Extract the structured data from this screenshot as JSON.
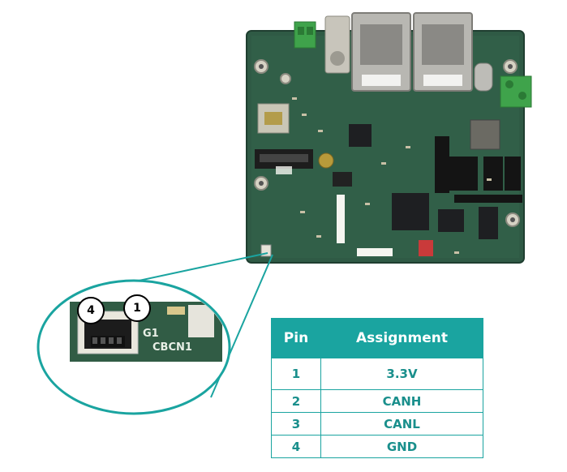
{
  "table": {
    "header_pin": "Pin",
    "header_assignment": "Assignment",
    "rows": [
      {
        "pin": "1",
        "assignment": "3.3V"
      },
      {
        "pin": "2",
        "assignment": "CANH"
      },
      {
        "pin": "3",
        "assignment": "CANL"
      },
      {
        "pin": "4",
        "assignment": "GND"
      }
    ]
  },
  "callout": {
    "pin_left": "4",
    "pin_right": "1",
    "connector_label": "CBCN1",
    "label_g1": "G1"
  },
  "colors": {
    "board_green": "#2f5a45",
    "accent_teal": "#1aa4a0",
    "table_text": "#1a8f8c"
  }
}
